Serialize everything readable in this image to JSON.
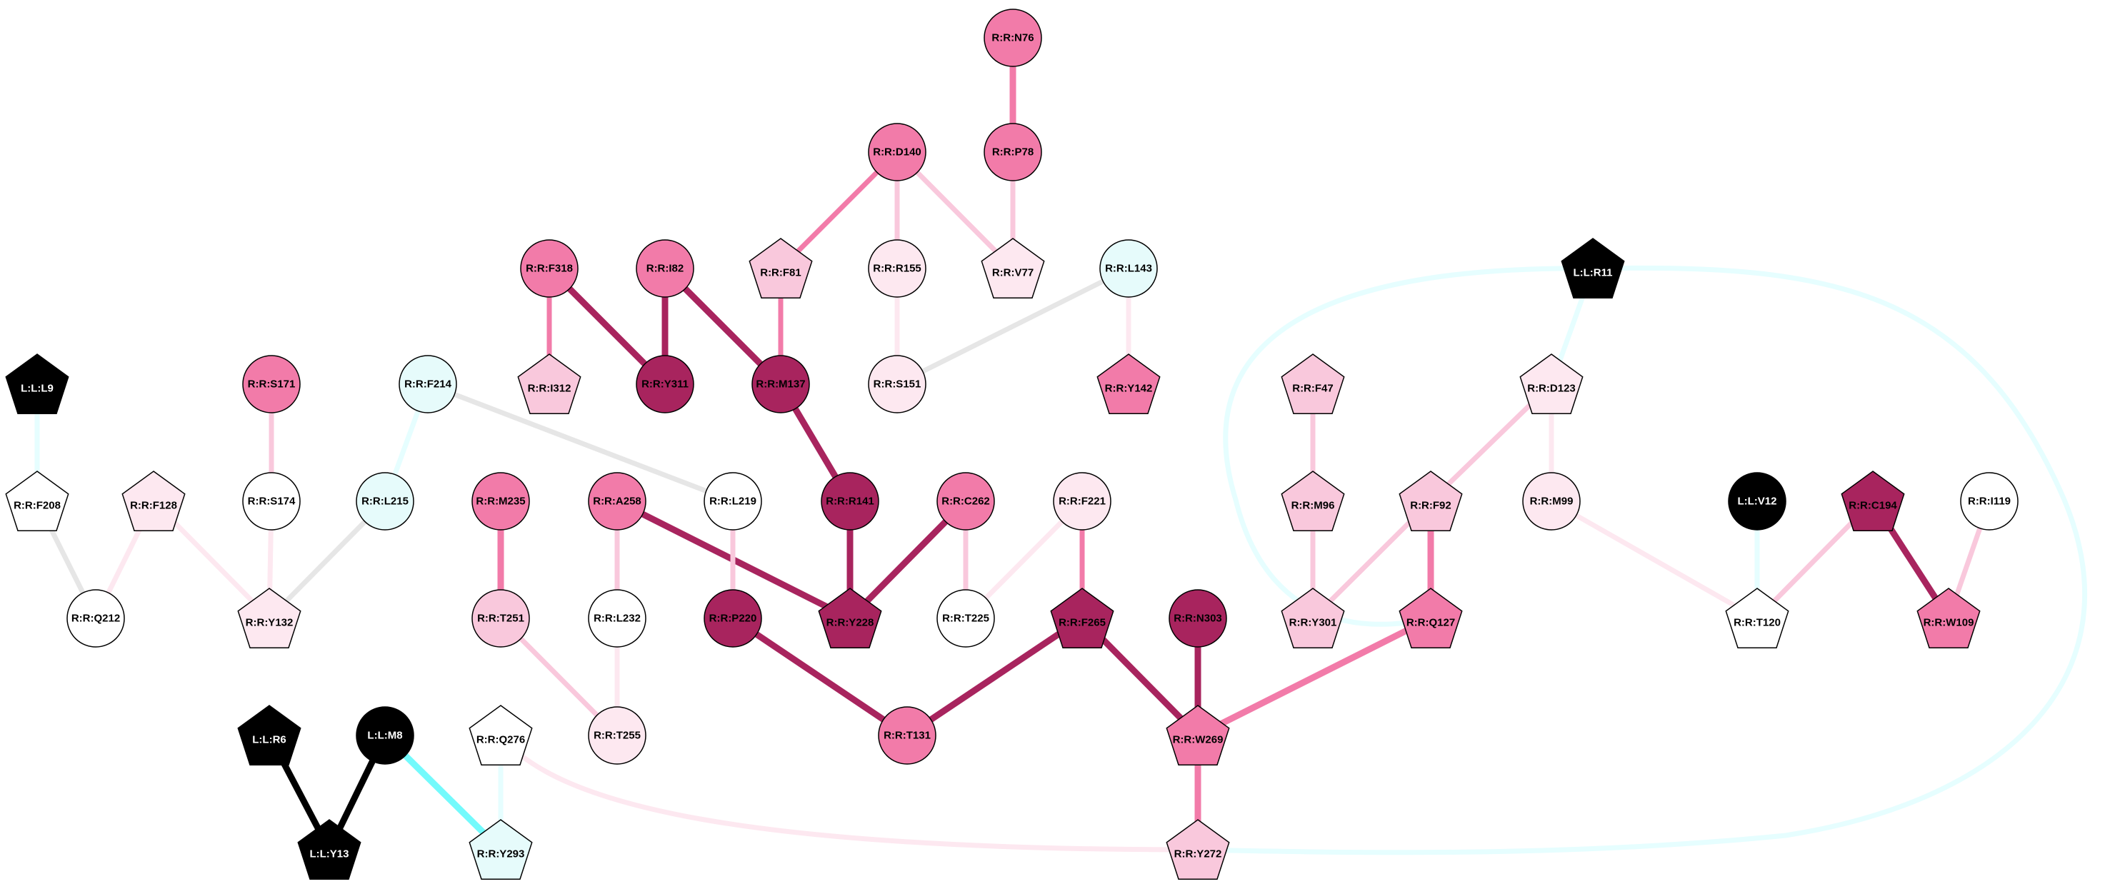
{
  "colors": {
    "black": "#000000",
    "white": "#ffffff",
    "wine": "#a8245e",
    "pink": "#f27ba9",
    "lightpink": "#f9c8dc",
    "palepink": "#fde8f0",
    "cyan": "#e6fbfb",
    "lightgray": "#e6e6e6",
    "edge_cyan": "#e6feff",
    "edge_bright_cyan": "#73fafc"
  },
  "nodes": [
    {
      "id": "R:R:N76",
      "label": "R:R:N76",
      "shape": "circle",
      "fill": "pink"
    },
    {
      "id": "R:R:P78",
      "label": "R:R:P78",
      "shape": "circle",
      "fill": "pink"
    },
    {
      "id": "R:R:D140",
      "label": "R:R:D140",
      "shape": "circle",
      "fill": "pink"
    },
    {
      "id": "R:R:F81",
      "label": "R:R:F81",
      "shape": "pentagon",
      "fill": "lightpink"
    },
    {
      "id": "R:R:R155",
      "label": "R:R:R155",
      "shape": "circle",
      "fill": "palepink"
    },
    {
      "id": "R:R:V77",
      "label": "R:R:V77",
      "shape": "pentagon",
      "fill": "palepink"
    },
    {
      "id": "R:R:L143",
      "label": "R:R:L143",
      "shape": "circle",
      "fill": "cyan"
    },
    {
      "id": "R:R:F318",
      "label": "R:R:F318",
      "shape": "circle",
      "fill": "pink"
    },
    {
      "id": "R:R:I82",
      "label": "R:R:I82",
      "shape": "circle",
      "fill": "pink"
    },
    {
      "id": "R:R:I312",
      "label": "R:R:I312",
      "shape": "pentagon",
      "fill": "lightpink"
    },
    {
      "id": "R:R:Y311",
      "label": "R:R:Y311",
      "shape": "circle",
      "fill": "wine"
    },
    {
      "id": "R:R:M137",
      "label": "R:R:M137",
      "shape": "circle",
      "fill": "wine"
    },
    {
      "id": "R:R:S151",
      "label": "R:R:S151",
      "shape": "circle",
      "fill": "palepink"
    },
    {
      "id": "R:R:Y142",
      "label": "R:R:Y142",
      "shape": "pentagon",
      "fill": "pink"
    },
    {
      "id": "L:L:R11",
      "label": "L:L:R11",
      "shape": "pentagon",
      "fill": "black"
    },
    {
      "id": "L:L:L9",
      "label": "L:L:L9",
      "shape": "pentagon",
      "fill": "black"
    },
    {
      "id": "R:R:S171",
      "label": "R:R:S171",
      "shape": "circle",
      "fill": "pink"
    },
    {
      "id": "R:R:F214",
      "label": "R:R:F214",
      "shape": "circle",
      "fill": "cyan"
    },
    {
      "id": "R:R:F47",
      "label": "R:R:F47",
      "shape": "pentagon",
      "fill": "lightpink"
    },
    {
      "id": "R:R:D123",
      "label": "R:R:D123",
      "shape": "pentagon",
      "fill": "palepink"
    },
    {
      "id": "R:R:F208",
      "label": "R:R:F208",
      "shape": "pentagon",
      "fill": "white"
    },
    {
      "id": "R:R:F128",
      "label": "R:R:F128",
      "shape": "pentagon",
      "fill": "palepink"
    },
    {
      "id": "R:R:S174",
      "label": "R:R:S174",
      "shape": "circle",
      "fill": "white"
    },
    {
      "id": "R:R:L215",
      "label": "R:R:L215",
      "shape": "circle",
      "fill": "cyan"
    },
    {
      "id": "R:R:M235",
      "label": "R:R:M235",
      "shape": "circle",
      "fill": "pink"
    },
    {
      "id": "R:R:A258",
      "label": "R:R:A258",
      "shape": "circle",
      "fill": "pink"
    },
    {
      "id": "R:R:L219",
      "label": "R:R:L219",
      "shape": "circle",
      "fill": "white"
    },
    {
      "id": "R:R:R141",
      "label": "R:R:R141",
      "shape": "circle",
      "fill": "wine"
    },
    {
      "id": "R:R:C262",
      "label": "R:R:C262",
      "shape": "circle",
      "fill": "pink"
    },
    {
      "id": "R:R:F221",
      "label": "R:R:F221",
      "shape": "circle",
      "fill": "palepink"
    },
    {
      "id": "R:R:M96",
      "label": "R:R:M96",
      "shape": "pentagon",
      "fill": "lightpink"
    },
    {
      "id": "R:R:F92",
      "label": "R:R:F92",
      "shape": "pentagon",
      "fill": "lightpink"
    },
    {
      "id": "R:R:M99",
      "label": "R:R:M99",
      "shape": "circle",
      "fill": "palepink"
    },
    {
      "id": "L:L:V12",
      "label": "L:L:V12",
      "shape": "circle",
      "fill": "black"
    },
    {
      "id": "R:R:C194",
      "label": "R:R:C194",
      "shape": "pentagon",
      "fill": "wine"
    },
    {
      "id": "R:R:I119",
      "label": "R:R:I119",
      "shape": "circle",
      "fill": "white"
    },
    {
      "id": "R:R:Q212",
      "label": "R:R:Q212",
      "shape": "circle",
      "fill": "white"
    },
    {
      "id": "R:R:Y132",
      "label": "R:R:Y132",
      "shape": "pentagon",
      "fill": "palepink"
    },
    {
      "id": "R:R:T251",
      "label": "R:R:T251",
      "shape": "circle",
      "fill": "lightpink"
    },
    {
      "id": "R:R:L232",
      "label": "R:R:L232",
      "shape": "circle",
      "fill": "white"
    },
    {
      "id": "R:R:P220",
      "label": "R:R:P220",
      "shape": "circle",
      "fill": "wine"
    },
    {
      "id": "R:R:Y228",
      "label": "R:R:Y228",
      "shape": "pentagon",
      "fill": "wine"
    },
    {
      "id": "R:R:T225",
      "label": "R:R:T225",
      "shape": "circle",
      "fill": "white"
    },
    {
      "id": "R:R:F265",
      "label": "R:R:F265",
      "shape": "pentagon",
      "fill": "wine"
    },
    {
      "id": "R:R:N303",
      "label": "R:R:N303",
      "shape": "circle",
      "fill": "wine"
    },
    {
      "id": "R:R:Y301",
      "label": "R:R:Y301",
      "shape": "pentagon",
      "fill": "lightpink"
    },
    {
      "id": "R:R:Q127",
      "label": "R:R:Q127",
      "shape": "pentagon",
      "fill": "pink"
    },
    {
      "id": "R:R:T120",
      "label": "R:R:T120",
      "shape": "pentagon",
      "fill": "white"
    },
    {
      "id": "R:R:W109",
      "label": "R:R:W109",
      "shape": "pentagon",
      "fill": "pink"
    },
    {
      "id": "L:L:R6",
      "label": "L:L:R6",
      "shape": "pentagon",
      "fill": "black"
    },
    {
      "id": "L:L:M8",
      "label": "L:L:M8",
      "shape": "circle",
      "fill": "black"
    },
    {
      "id": "R:R:Q276",
      "label": "R:R:Q276",
      "shape": "pentagon",
      "fill": "white"
    },
    {
      "id": "R:R:T255",
      "label": "R:R:T255",
      "shape": "circle",
      "fill": "palepink"
    },
    {
      "id": "R:R:T131",
      "label": "R:R:T131",
      "shape": "circle",
      "fill": "pink"
    },
    {
      "id": "R:R:W269",
      "label": "R:R:W269",
      "shape": "pentagon",
      "fill": "pink"
    },
    {
      "id": "L:L:Y13",
      "label": "L:L:Y13",
      "shape": "pentagon",
      "fill": "black"
    },
    {
      "id": "R:R:Y293",
      "label": "R:R:Y293",
      "shape": "pentagon",
      "fill": "cyan"
    },
    {
      "id": "R:R:Y272",
      "label": "R:R:Y272",
      "shape": "pentagon",
      "fill": "lightpink"
    }
  ],
  "edges": [
    {
      "source": "R:R:N76",
      "target": "R:R:P78",
      "color": "pink",
      "weight": "strong"
    },
    {
      "source": "R:R:P78",
      "target": "R:R:V77",
      "color": "lightpink",
      "weight": "normal"
    },
    {
      "source": "R:R:D140",
      "target": "R:R:F81",
      "color": "pink",
      "weight": "normal"
    },
    {
      "source": "R:R:D140",
      "target": "R:R:R155",
      "color": "lightpink",
      "weight": "normal"
    },
    {
      "source": "R:R:D140",
      "target": "R:R:V77",
      "color": "lightpink",
      "weight": "normal"
    },
    {
      "source": "R:R:F81",
      "target": "R:R:M137",
      "color": "pink",
      "weight": "normal"
    },
    {
      "source": "R:R:R155",
      "target": "R:R:S151",
      "color": "palepink",
      "weight": "normal"
    },
    {
      "source": "R:R:L143",
      "target": "R:R:S151",
      "color": "lightgray",
      "weight": "normal"
    },
    {
      "source": "R:R:L143",
      "target": "R:R:Y142",
      "color": "palepink",
      "weight": "normal"
    },
    {
      "source": "R:R:F318",
      "target": "R:R:I312",
      "color": "pink",
      "weight": "normal"
    },
    {
      "source": "R:R:F318",
      "target": "R:R:Y311",
      "color": "wine",
      "weight": "strong"
    },
    {
      "source": "R:R:I82",
      "target": "R:R:Y311",
      "color": "wine",
      "weight": "strong"
    },
    {
      "source": "R:R:I82",
      "target": "R:R:M137",
      "color": "wine",
      "weight": "strong"
    },
    {
      "source": "R:R:M137",
      "target": "R:R:R141",
      "color": "wine",
      "weight": "strong"
    },
    {
      "source": "R:R:R141",
      "target": "R:R:Y228",
      "color": "wine",
      "weight": "strong"
    },
    {
      "source": "R:R:C262",
      "target": "R:R:Y228",
      "color": "wine",
      "weight": "strong"
    },
    {
      "source": "R:R:C262",
      "target": "R:R:T225",
      "color": "lightpink",
      "weight": "normal"
    },
    {
      "source": "R:R:F221",
      "target": "R:R:T225",
      "color": "palepink",
      "weight": "normal"
    },
    {
      "source": "R:R:F221",
      "target": "R:R:F265",
      "color": "pink",
      "weight": "normal"
    },
    {
      "source": "R:R:A258",
      "target": "R:R:Y228",
      "color": "wine",
      "weight": "strong"
    },
    {
      "source": "R:R:A258",
      "target": "R:R:L232",
      "color": "lightpink",
      "weight": "normal"
    },
    {
      "source": "R:R:L219",
      "target": "R:R:P220",
      "color": "lightpink",
      "weight": "normal"
    },
    {
      "source": "R:R:F214",
      "target": "R:R:L219",
      "color": "lightgray",
      "weight": "normal"
    },
    {
      "source": "R:R:F214",
      "target": "R:R:L215",
      "color": "edge_cyan",
      "weight": "normal"
    },
    {
      "source": "R:R:L215",
      "target": "R:R:Y132",
      "color": "lightgray",
      "weight": "normal"
    },
    {
      "source": "R:R:S171",
      "target": "R:R:S174",
      "color": "lightpink",
      "weight": "normal"
    },
    {
      "source": "R:R:S174",
      "target": "R:R:Y132",
      "color": "palepink",
      "weight": "normal"
    },
    {
      "source": "R:R:F128",
      "target": "R:R:Y132",
      "color": "palepink",
      "weight": "normal"
    },
    {
      "source": "R:R:F128",
      "target": "R:R:Q212",
      "color": "palepink",
      "weight": "normal"
    },
    {
      "source": "R:R:F208",
      "target": "R:R:Q212",
      "color": "lightgray",
      "weight": "normal"
    },
    {
      "source": "L:L:L9",
      "target": "R:R:F208",
      "color": "edge_cyan",
      "weight": "normal"
    },
    {
      "source": "R:R:M235",
      "target": "R:R:T251",
      "color": "pink",
      "weight": "strong"
    },
    {
      "source": "R:R:T251",
      "target": "R:R:T255",
      "color": "lightpink",
      "weight": "normal"
    },
    {
      "source": "R:R:L232",
      "target": "R:R:T255",
      "color": "palepink",
      "weight": "normal"
    },
    {
      "source": "R:R:P220",
      "target": "R:R:T131",
      "color": "wine",
      "weight": "strong"
    },
    {
      "source": "R:R:F265",
      "target": "R:R:T131",
      "color": "wine",
      "weight": "strong"
    },
    {
      "source": "R:R:F265",
      "target": "R:R:W269",
      "color": "wine",
      "weight": "strong"
    },
    {
      "source": "R:R:N303",
      "target": "R:R:W269",
      "color": "wine",
      "weight": "strong"
    },
    {
      "source": "R:R:Q127",
      "target": "R:R:W269",
      "color": "pink",
      "weight": "strong"
    },
    {
      "source": "R:R:W269",
      "target": "R:R:Y272",
      "color": "pink",
      "weight": "strong"
    },
    {
      "source": "R:R:F92",
      "target": "R:R:Q127",
      "color": "pink",
      "weight": "strong"
    },
    {
      "source": "R:R:F92",
      "target": "R:R:Y301",
      "color": "lightpink",
      "weight": "normal"
    },
    {
      "source": "R:R:D123",
      "target": "R:R:F92",
      "color": "lightpink",
      "weight": "normal"
    },
    {
      "source": "R:R:D123",
      "target": "R:R:M99",
      "color": "palepink",
      "weight": "normal"
    },
    {
      "source": "R:R:F47",
      "target": "R:R:M96",
      "color": "lightpink",
      "weight": "normal"
    },
    {
      "source": "R:R:M96",
      "target": "R:R:Y301",
      "color": "lightpink",
      "weight": "normal"
    },
    {
      "source": "L:L:R11",
      "target": "R:R:D123",
      "color": "edge_cyan",
      "weight": "normal"
    },
    {
      "source": "R:R:M99",
      "target": "R:R:T120",
      "color": "palepink",
      "weight": "normal"
    },
    {
      "source": "L:L:V12",
      "target": "R:R:T120",
      "color": "edge_cyan",
      "weight": "normal"
    },
    {
      "source": "R:R:C194",
      "target": "R:R:T120",
      "color": "lightpink",
      "weight": "normal"
    },
    {
      "source": "R:R:C194",
      "target": "R:R:W109",
      "color": "wine",
      "weight": "strong"
    },
    {
      "source": "R:R:I119",
      "target": "R:R:W109",
      "color": "lightpink",
      "weight": "normal"
    },
    {
      "source": "L:L:R6",
      "target": "L:L:Y13",
      "color": "black",
      "weight": "strong"
    },
    {
      "source": "L:L:M8",
      "target": "L:L:Y13",
      "color": "black",
      "weight": "strong"
    },
    {
      "source": "L:L:M8",
      "target": "R:R:Y293",
      "color": "edge_bright_cyan",
      "weight": "strong"
    },
    {
      "source": "R:R:Q276",
      "target": "R:R:Y293",
      "color": "edge_cyan",
      "weight": "normal"
    },
    {
      "source": "R:R:Q276",
      "target": "R:R:Y272",
      "color": "palepink",
      "weight": "curve_low"
    },
    {
      "source": "L:L:R11",
      "target": "R:R:Q127",
      "color": "edge_cyan",
      "weight": "curve_left"
    },
    {
      "source": "L:L:R11",
      "target": "R:R:Y272",
      "color": "edge_cyan",
      "weight": "curve_right"
    }
  ]
}
